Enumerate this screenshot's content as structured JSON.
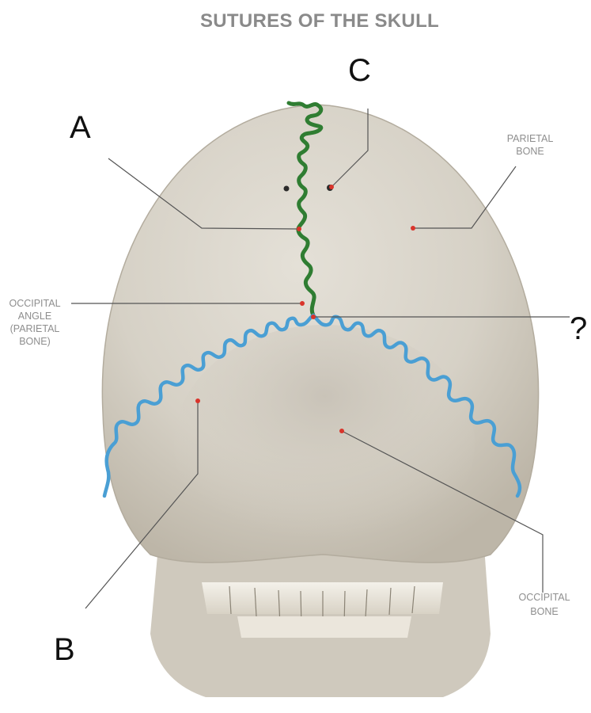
{
  "title": "SUTURES OF THE SKULL",
  "labels": {
    "a": "A",
    "b": "B",
    "c": "C",
    "q": "?",
    "parietal_bone": [
      "PARIETAL",
      "BONE"
    ],
    "occipital_angle": [
      "OCCIPITAL",
      "ANGLE",
      "(PARIETAL",
      "BONE)"
    ],
    "occipital_bone": [
      "OCCIPITAL",
      "BONE"
    ]
  },
  "colors": {
    "sagittal_suture": "#2f7d32",
    "lambdoid_suture": "#4a9fd4",
    "marker": "#d9342b",
    "bone": "#d8d3c9"
  }
}
